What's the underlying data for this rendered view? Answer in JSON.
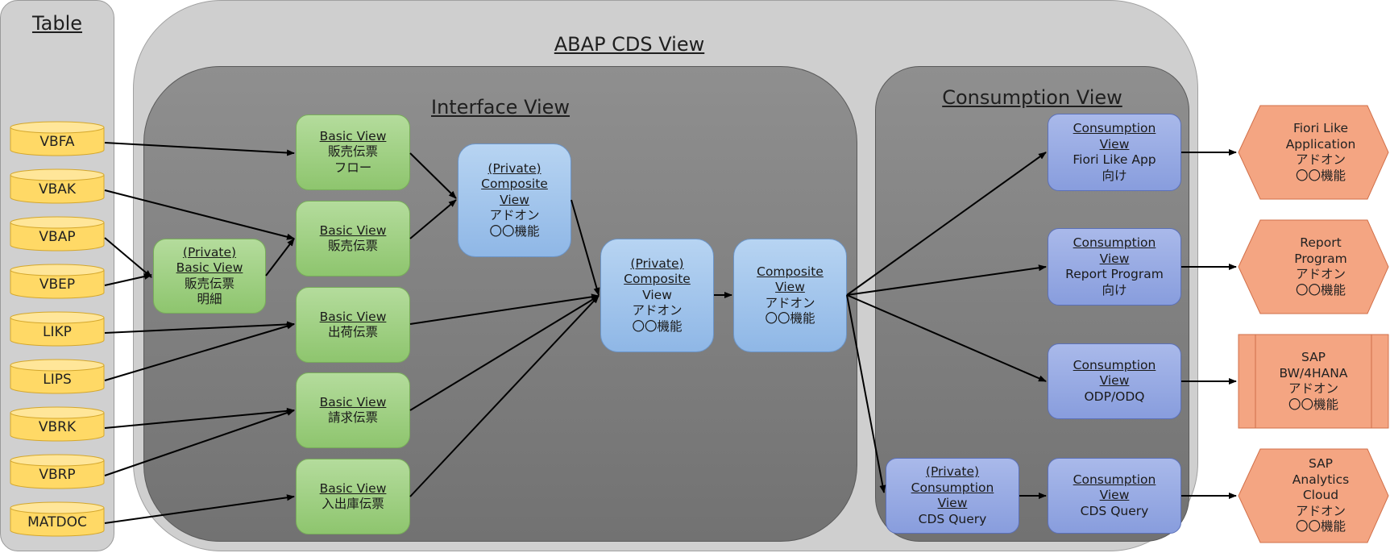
{
  "panels": {
    "table": "Table",
    "abap": "ABAP CDS View",
    "interface": "Interface View",
    "consumption": "Consumption View"
  },
  "tables": [
    "VBFA",
    "VBAK",
    "VBAP",
    "VBEP",
    "LIKP",
    "LIPS",
    "VBRK",
    "VBRP",
    "MATDOC"
  ],
  "private_basic": {
    "t1": "(Private)",
    "t2": "Basic View",
    "l1": "販売伝票",
    "l2": "明細"
  },
  "basic_views": [
    {
      "t": "Basic View",
      "l1": "販売伝票",
      "l2": "フロー"
    },
    {
      "t": "Basic View",
      "l1": "販売伝票"
    },
    {
      "t": "Basic View",
      "l1": "出荷伝票"
    },
    {
      "t": "Basic View",
      "l1": "請求伝票"
    },
    {
      "t": "Basic View",
      "l1": "入出庫伝票"
    }
  ],
  "private_composite_1": {
    "t": "(Private)",
    "t2": "Composite",
    "l1": "View",
    "l2": "アドオン",
    "l3": "〇〇機能"
  },
  "private_composite_2": {
    "t": "(Private)",
    "t2": "Composite",
    "l1": "View",
    "l2": "アドオン",
    "l3": "〇〇機能"
  },
  "composite": {
    "t": "Composite",
    "t2": "View",
    "l1": "アドオン",
    "l2": "〇〇機能"
  },
  "consumption_views": [
    {
      "t": "Consumption",
      "t2": "View",
      "l1": "Fiori Like App",
      "l2": "向け"
    },
    {
      "t": "Consumption",
      "t2": "View",
      "l1": "Report Program",
      "l2": "向け"
    },
    {
      "t": "Consumption",
      "t2": "View",
      "l1": "ODP/ODQ"
    },
    {
      "t": "Consumption",
      "t2": "View",
      "l1": "CDS Query"
    }
  ],
  "private_consumption": {
    "t": "(Private)",
    "t2": "Consumption",
    "t3": "View",
    "l1": "CDS Query"
  },
  "outputs": [
    {
      "lines": [
        "Fiori Like",
        "Application",
        "アドオン",
        "〇〇機能"
      ]
    },
    {
      "lines": [
        "Report",
        "Program",
        "アドオン",
        "〇〇機能"
      ]
    },
    {
      "lines": [
        "SAP",
        "BW/4HANA",
        "アドオン",
        "〇〇機能"
      ]
    },
    {
      "lines": [
        "SAP",
        "Analytics",
        "Cloud",
        "アドオン",
        "〇〇機能"
      ]
    }
  ],
  "colors": {
    "table_fill": "#ffd966",
    "basic_fill": "#a9d18e",
    "composite_fill": "#9dc3e6",
    "consumption_fill": "#8fa5e0",
    "output_fill": "#f4a582"
  }
}
